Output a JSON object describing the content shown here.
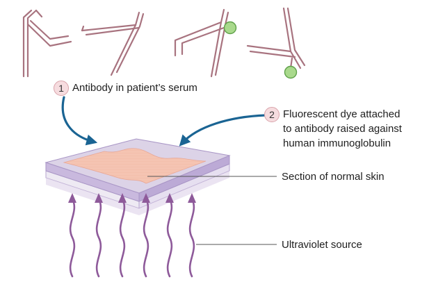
{
  "colors": {
    "antibody_stroke": "#a8737f",
    "dye_fill": "#a9d98c",
    "dye_stroke": "#5fa14a",
    "arrow_blue": "#1a6493",
    "slide_top": "#dcd3e7",
    "slide_edge": "#b7a6cf",
    "skin_section": "#f5c4b2",
    "uv_wave": "#8e5a9a",
    "badge_fill": "#f6dcdf",
    "leader_line": "#555555"
  },
  "steps": [
    {
      "number": "1",
      "label": "Antibody in patient’s serum"
    },
    {
      "number": "2",
      "label_lines": [
        "Fluorescent dye attached",
        "to antibody raised against",
        "human immunoglobulin"
      ]
    }
  ],
  "labels": {
    "section": "Section of normal skin",
    "uv": "Ultraviolet source"
  }
}
